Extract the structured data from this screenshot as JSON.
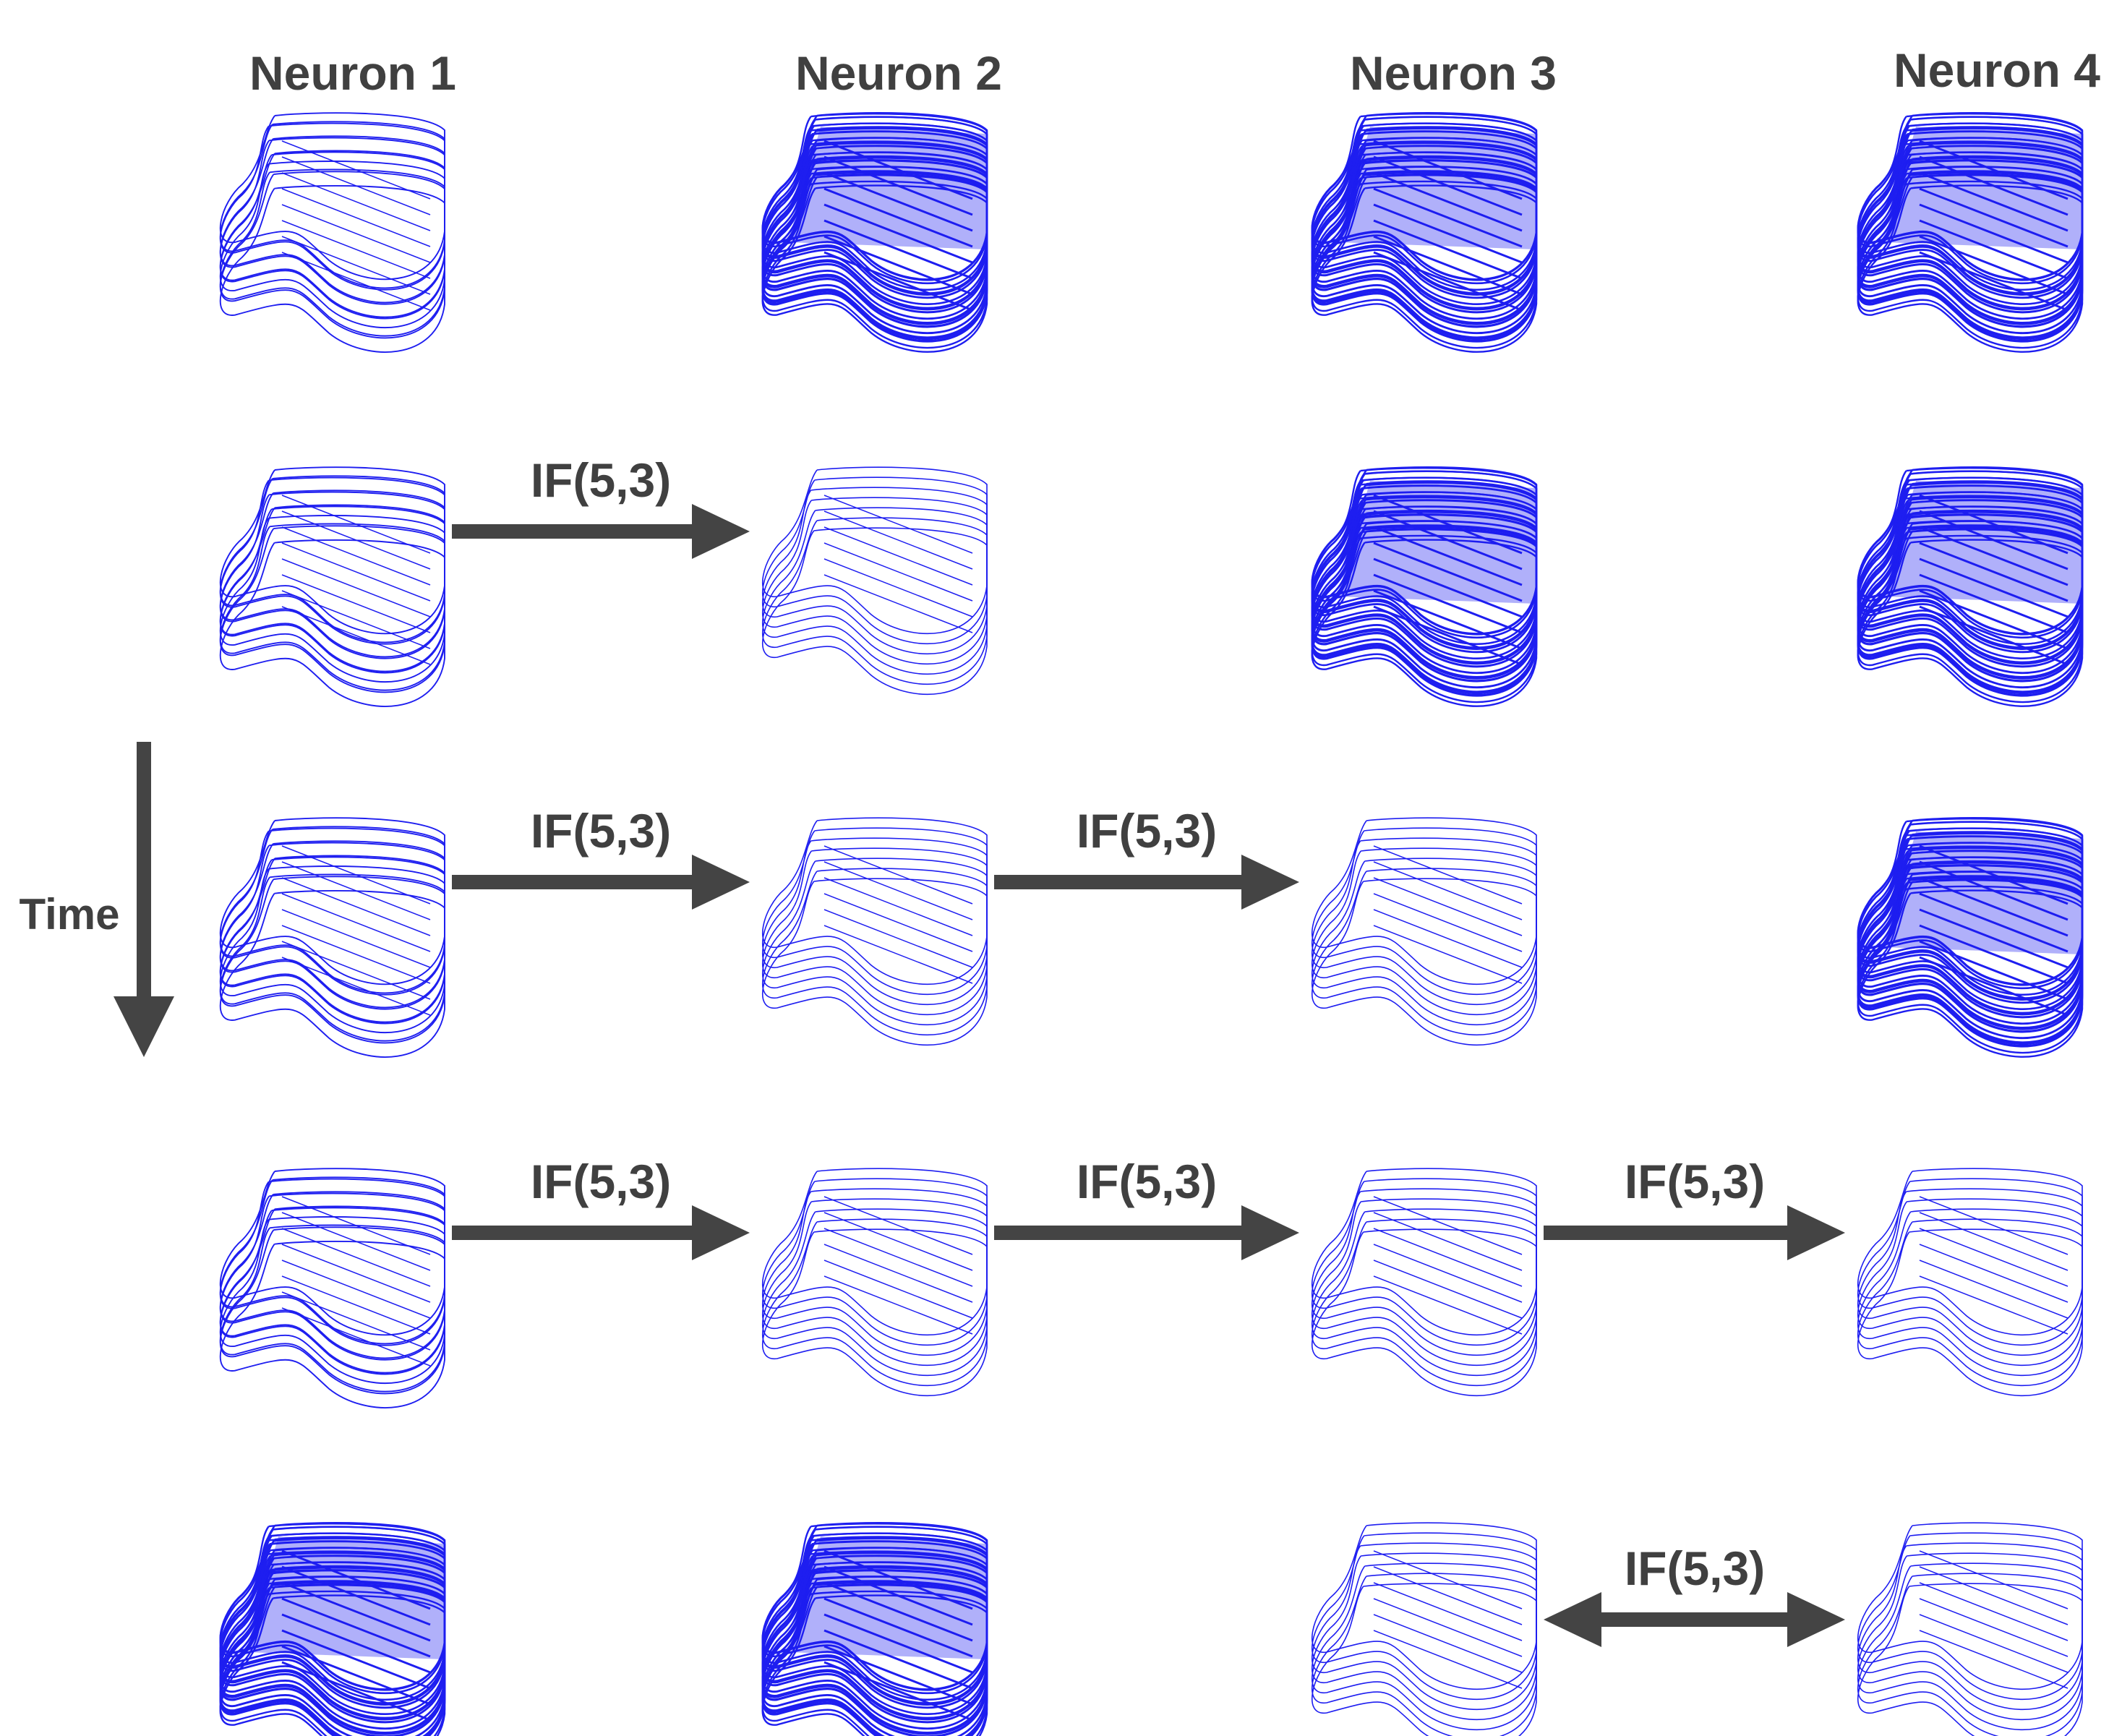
{
  "diagram": {
    "neuron_headers": [
      "Neuron 1",
      "Neuron 2",
      "Neuron 3",
      "Neuron 4"
    ],
    "time_label": "Time",
    "coupling_label": "IF(5,3)",
    "colors": {
      "attractor": "#1e1ef0",
      "arrow": "#444444",
      "text": "#404040"
    },
    "rows": [
      {
        "states": [
          "sparse",
          "dense",
          "dense",
          "dense"
        ],
        "links": []
      },
      {
        "states": [
          "sparse",
          "sync",
          "dense",
          "dense"
        ],
        "links": [
          {
            "from": 1,
            "to": 2,
            "label": "IF(5,3)",
            "direction": "forward"
          }
        ]
      },
      {
        "states": [
          "sparse",
          "sync",
          "sync",
          "dense"
        ],
        "links": [
          {
            "from": 1,
            "to": 2,
            "label": "IF(5,3)",
            "direction": "forward"
          },
          {
            "from": 2,
            "to": 3,
            "label": "IF(5,3)",
            "direction": "forward"
          }
        ]
      },
      {
        "states": [
          "sparse",
          "sync",
          "sync",
          "sync"
        ],
        "links": [
          {
            "from": 1,
            "to": 2,
            "label": "IF(5,3)",
            "direction": "forward"
          },
          {
            "from": 2,
            "to": 3,
            "label": "IF(5,3)",
            "direction": "forward"
          },
          {
            "from": 3,
            "to": 4,
            "label": "IF(5,3)",
            "direction": "forward"
          }
        ]
      },
      {
        "states": [
          "dense",
          "dense",
          "sync",
          "sync"
        ],
        "links": [
          {
            "from": 3,
            "to": 4,
            "label": "IF(5,3)",
            "direction": "bidirectional"
          }
        ]
      }
    ]
  }
}
